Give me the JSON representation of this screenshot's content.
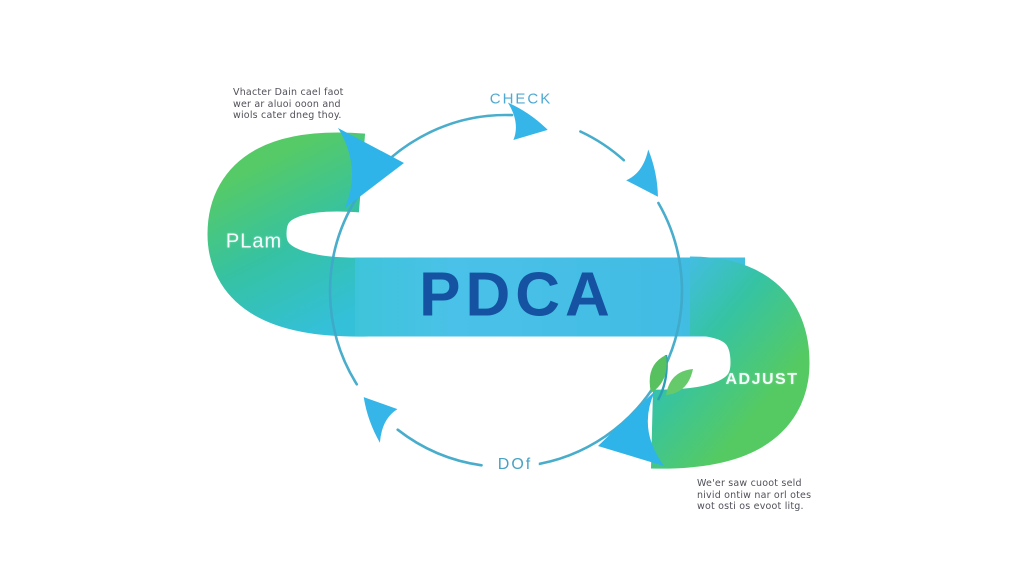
{
  "diagram": {
    "center_title": "PDCA",
    "stages": {
      "plan": {
        "label": "PLam"
      },
      "do": {
        "label": "DOf"
      },
      "check": {
        "label": "CHECK"
      },
      "adjust": {
        "label": "ADJUST"
      }
    },
    "annotations": {
      "top_left": [
        "Vhacter Dain cael faot",
        "wer ar aluoi ooon and",
        "wiols cater dneg thoy."
      ],
      "bottom_right": [
        "We'er saw cuoot seld",
        "nivid ontiw nar orl otes",
        "wot osti os evoot litg."
      ]
    },
    "icons": {
      "leaf": "leaf-icon",
      "small_arrows": [
        "cycle-arrow-top",
        "cycle-arrow-top-right",
        "cycle-arrow-bottom-left"
      ],
      "ribbon_arrows": [
        "ribbon-arrow-plan-tip",
        "ribbon-arrow-adjust-tip"
      ]
    },
    "colors": {
      "ribbon_green": "#55ca67",
      "ribbon_teal": "#35c2a4",
      "band_cyan": "#46bee6",
      "arrow_blue": "#2eb4e8",
      "circle_stroke": "#3fa9c8",
      "title_navy": "#1553a2",
      "label_teal": "#4fa9d2",
      "label_white": "#f2fdfc",
      "leaf_green": "#57c160",
      "annotation_gray": "#50505a"
    }
  }
}
